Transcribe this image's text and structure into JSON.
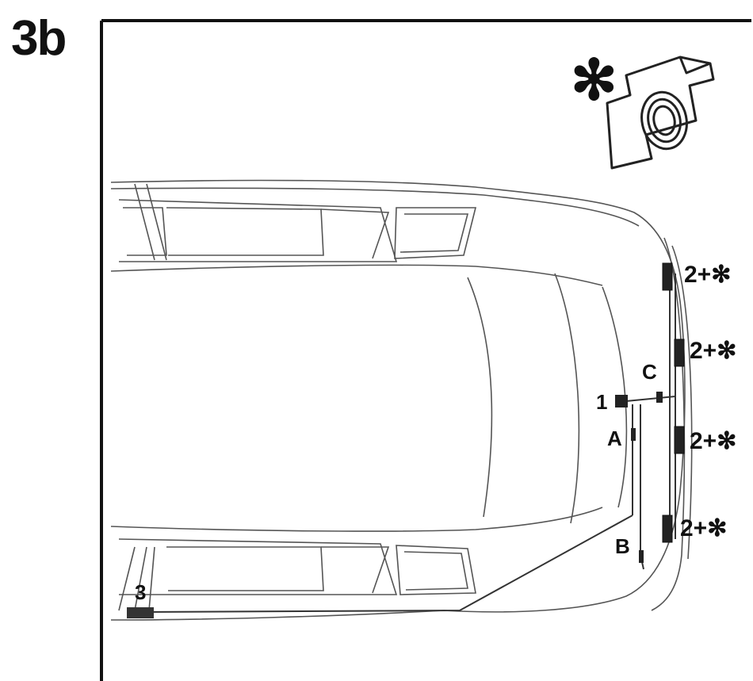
{
  "figure": {
    "number": "3b"
  },
  "accessory": {
    "marker": "✻",
    "icon": "sensor-bracket-icon"
  },
  "labels": {
    "sensor": "2+✻",
    "point_c": "C",
    "unit_1": "1",
    "point_a": "A",
    "point_b": "B",
    "part_3": "3"
  },
  "colors": {
    "ink": "#111111",
    "line": "#444444",
    "paper": "#ffffff"
  }
}
